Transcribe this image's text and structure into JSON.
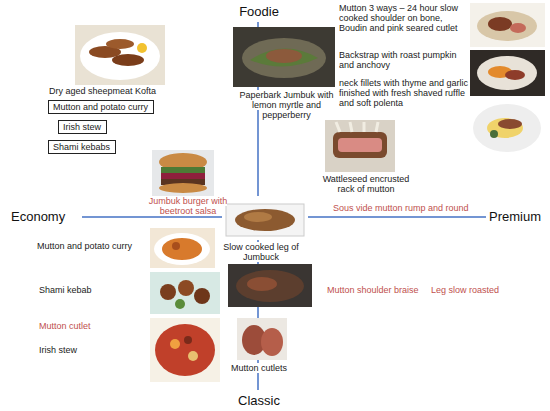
{
  "diagram": {
    "nodes": [
      {
        "text": [
          "Mutton and potato curry"
        ]
      },
      {
        "text": [
          "Irish stew"
        ]
      },
      {
        "text": [
          "Shami kebabs"
        ]
      }
    ],
    "labels": [
      "Foodie",
      "Dry aged sheepmeat Kofta",
      "Paperbark Jumbuk with lemon myrtle and pepperberry",
      "Mutton 3 ways – 24 hour slow cooked shoulder on bone, Boudin and pink seared cutlet",
      "Backstrap with roast pumpkin and anchovy",
      "neck fillets with thyme and garlic finished with fresh shaved ruffle and soft polenta",
      "Wattleseed encrusted rack of mutton",
      "Jumbuk burger with beetroot salsa",
      "Economy",
      "Premium",
      "Sous vide mutton rump and round",
      "Slow cooked leg of Jumbuck",
      "Mutton and potato curry",
      "Shami kebab",
      "Mutton cutlet",
      "Irish stew",
      "Mutton shoulder braise",
      "Leg slow roasted",
      "Mutton cutlets",
      "Classic"
    ]
  }
}
